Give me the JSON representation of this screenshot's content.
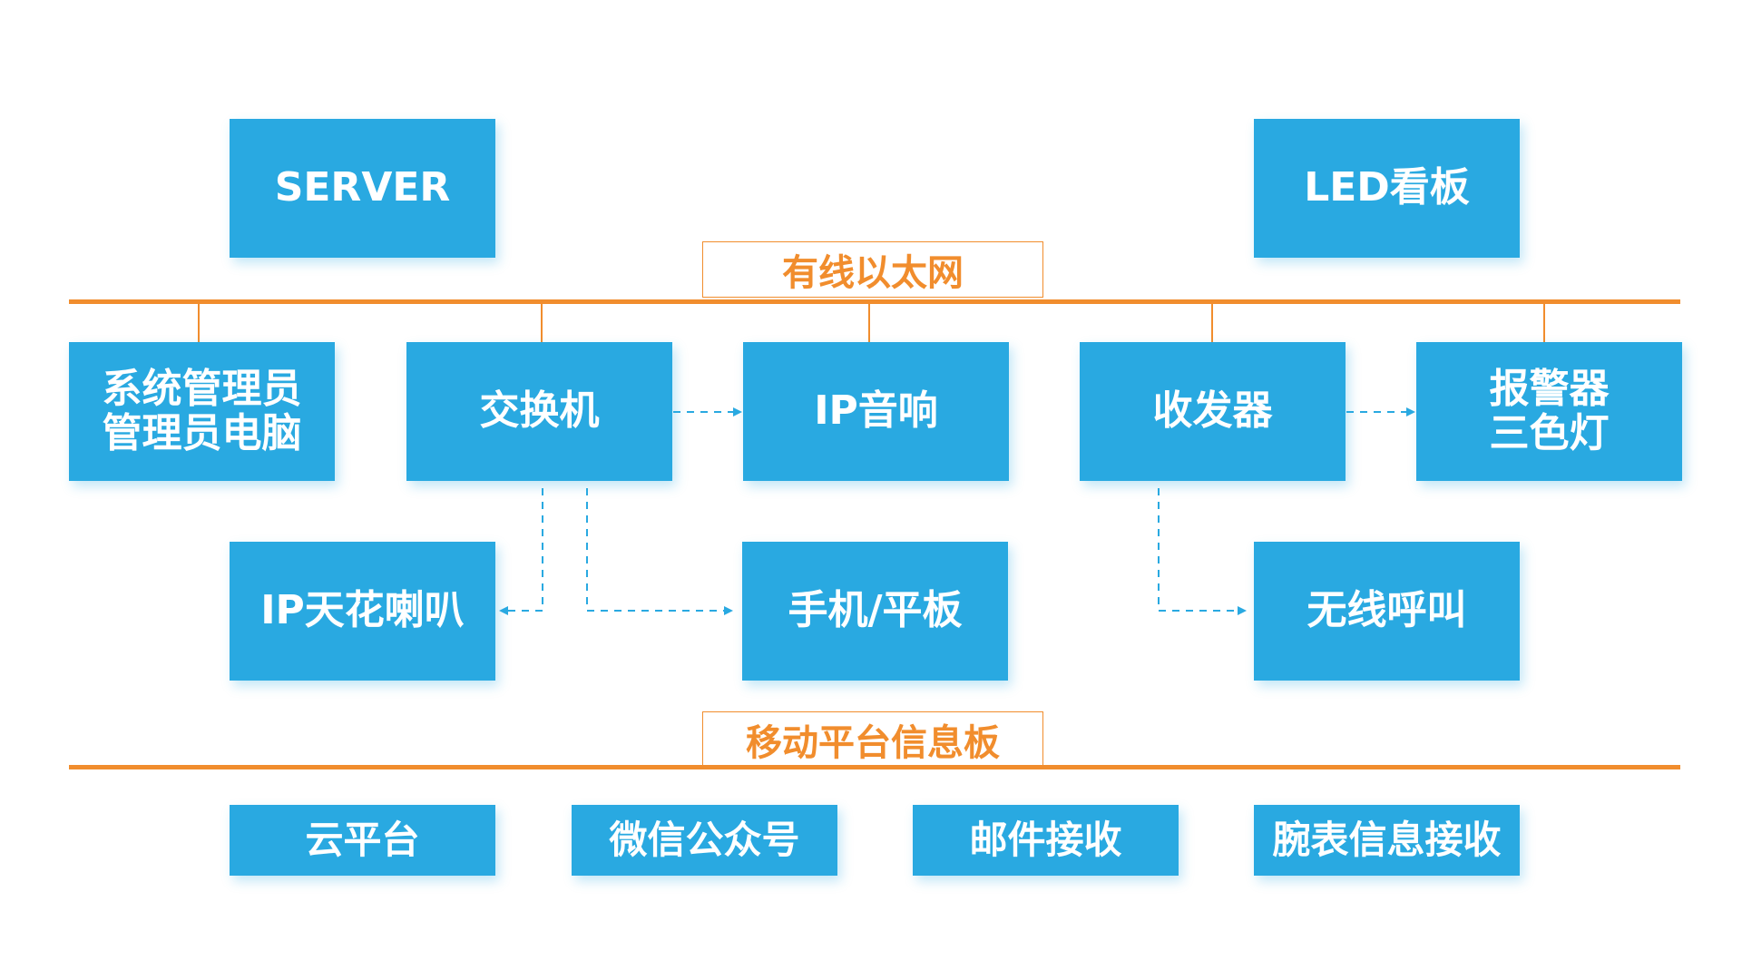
{
  "buses": {
    "ethernet": "有线以太网",
    "mobile": "移动平台信息板"
  },
  "nodes": {
    "server": "SERVER",
    "led": "LED看板",
    "admin_line1": "系统管理员",
    "admin_line2": "管理员电脑",
    "switch": "交换机",
    "ip_speaker": "IP音响",
    "transceiver": "收发器",
    "alarm_line1": "报警器",
    "alarm_line2": "三色灯",
    "ceiling_speaker": "IP天花喇叭",
    "phone_tablet": "手机/平板",
    "wireless_call": "无线呼叫",
    "cloud": "云平台",
    "wechat": "微信公众号",
    "mail": "邮件接收",
    "watch": "腕表信息接收"
  },
  "colors": {
    "box": "#29a9e1",
    "bus": "#f18d2d",
    "arrow": "#29a9e1"
  }
}
